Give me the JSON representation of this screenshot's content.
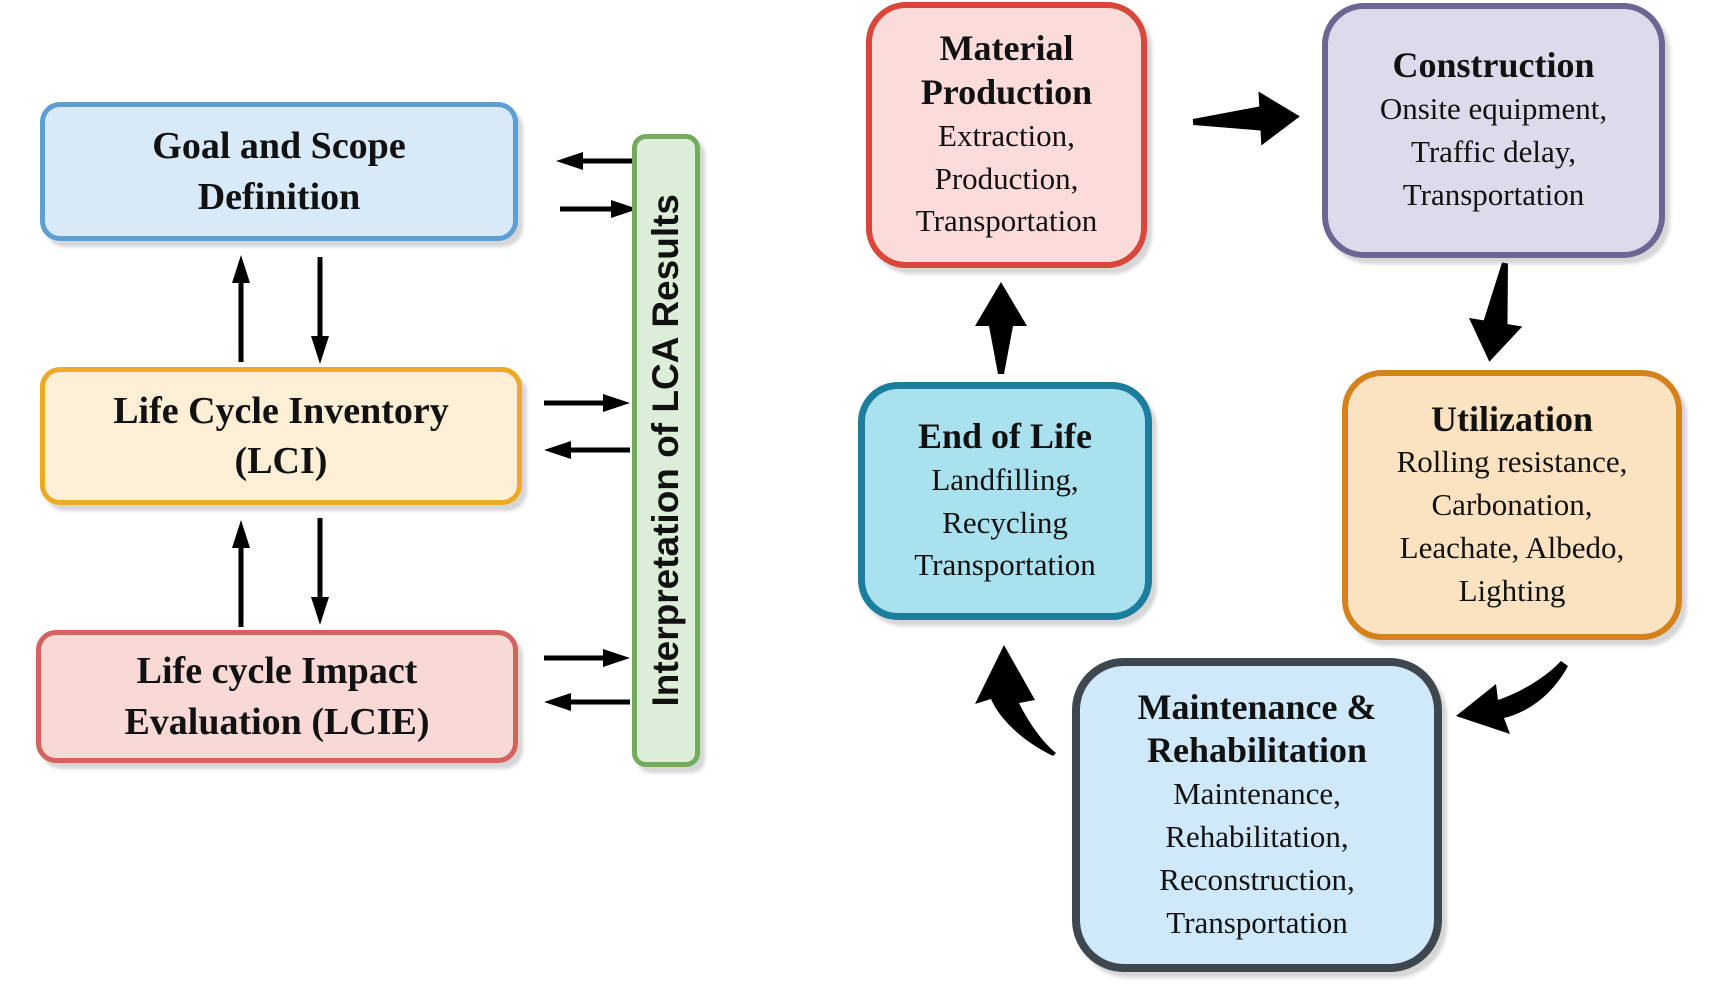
{
  "framework": {
    "boxes": [
      {
        "id": "goal",
        "title": "Goal and Scope\nDefinition"
      },
      {
        "id": "lci",
        "title": "Life Cycle Inventory\n(LCI)"
      },
      {
        "id": "lcie",
        "title": "Life cycle Impact\nEvaluation (LCIE)"
      }
    ],
    "interpretation_label": "Interpretation of LCA Results"
  },
  "cycle": {
    "stages": [
      {
        "id": "material-production",
        "title": "Material\nProduction",
        "details": "Extraction,\nProduction,\nTransportation"
      },
      {
        "id": "construction",
        "title": "Construction",
        "details": "Onsite equipment,\nTraffic delay,\nTransportation"
      },
      {
        "id": "utilization",
        "title": "Utilization",
        "details": "Rolling resistance,\nCarbonation,\nLeachate, Albedo,\nLighting"
      },
      {
        "id": "maintenance-rehabilitation",
        "title": "Maintenance &\nRehabilitation",
        "details": "Maintenance,\nRehabilitation,\nReconstruction,\nTransportation"
      },
      {
        "id": "end-of-life",
        "title": "End of Life",
        "details": "Landfilling,\nRecycling\nTransportation"
      }
    ]
  },
  "colors": {
    "goal_fill": "#d8eaf8",
    "goal_border": "#5d9fd3",
    "lci_fill": "#fdeed6",
    "lci_border": "#edaa27",
    "lcie_fill": "#f9d9d6",
    "lcie_border": "#d5635d",
    "interp_fill": "#ddeed8",
    "interp_border": "#74ac5e",
    "mp_fill": "#fcdcda",
    "mp_border": "#d9473a",
    "con_fill": "#dcdaeb",
    "con_border": "#6b6694",
    "uti_fill": "#fbe2c0",
    "uti_border": "#d5821c",
    "eol_fill": "#a9e1ef",
    "eol_border": "#1b7e9e",
    "mr_fill": "#cfe9fb",
    "mr_border": "#3f474e",
    "arrow": "#000000",
    "text": "#111111",
    "background": "#ffffff"
  }
}
